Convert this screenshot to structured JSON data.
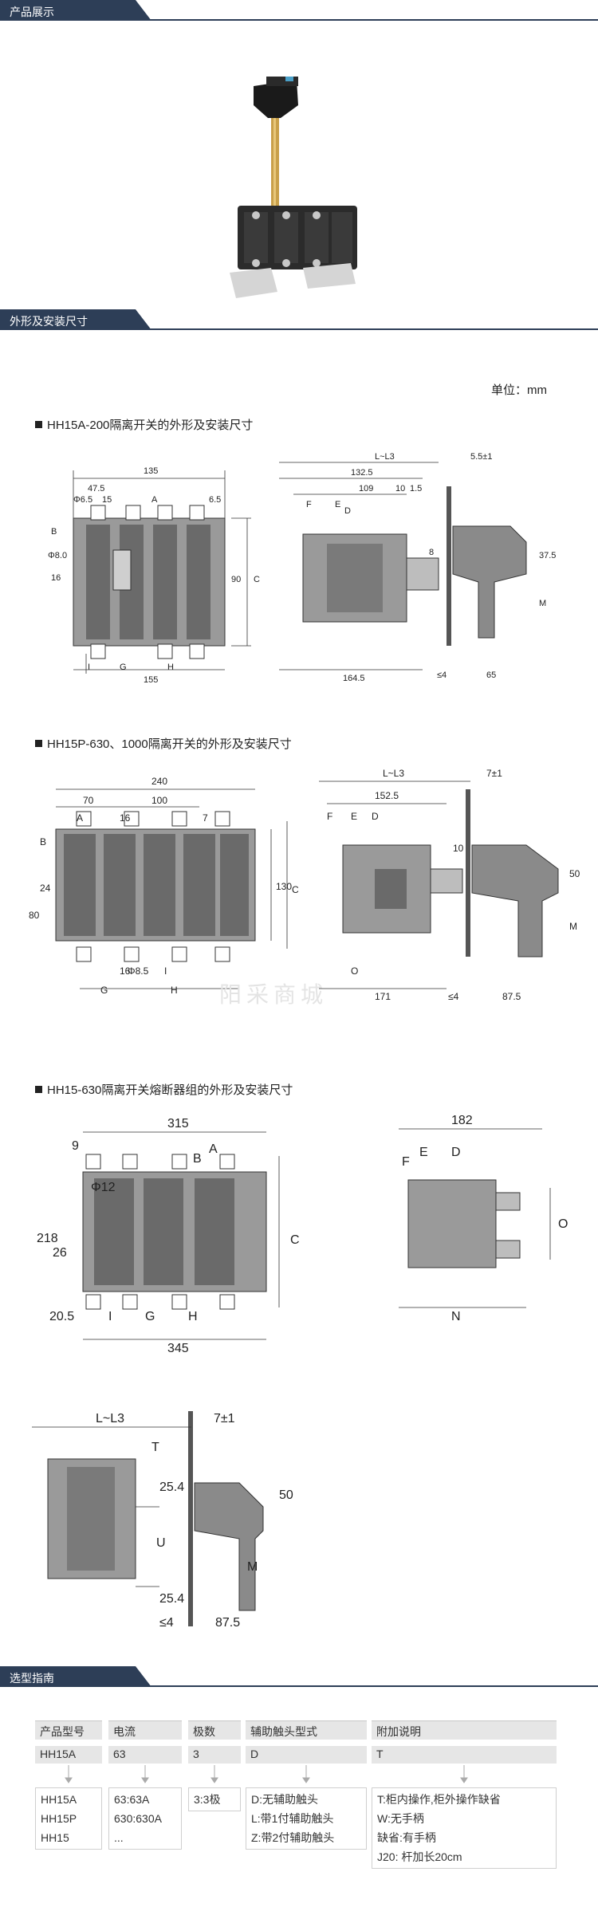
{
  "sections": {
    "product": "产品展示",
    "dimensions": "外形及安装尺寸",
    "selection": "选型指南"
  },
  "unit": "单位：mm",
  "diagram1": {
    "caption": "HH15A-200隔离开关的外形及安装尺寸",
    "front_labels": [
      "135",
      "47.5",
      "Φ6.5",
      "15",
      "A",
      "6.5",
      "B",
      "Φ8.0",
      "16",
      "90",
      "C",
      "I",
      "G",
      "H",
      "155"
    ],
    "side_labels": [
      "L~L3",
      "5.5±1",
      "132.5",
      "109",
      "10",
      "1.5",
      "F",
      "E",
      "D",
      "8",
      "37.5",
      "M",
      "164.5",
      "≤4",
      "65"
    ]
  },
  "diagram2": {
    "caption": "HH15P-630、1000隔离开关的外形及安装尺寸",
    "front_labels": [
      "240",
      "70",
      "100",
      "16",
      "7",
      "A",
      "B",
      "24",
      "80",
      "130",
      "C",
      "16",
      "Φ8.5",
      "G",
      "H",
      "I"
    ],
    "side_labels": [
      "L~L3",
      "7±1",
      "152.5",
      "F",
      "E",
      "D",
      "10",
      "50",
      "M",
      "O",
      "171",
      "≤4",
      "87.5"
    ]
  },
  "diagram3": {
    "caption": "HH15-630隔离开关熔断器组的外形及安装尺寸",
    "front_labels": [
      "315",
      "9",
      "A",
      "B",
      "Φ12",
      "218",
      "26",
      "C",
      "20.5",
      "I",
      "G",
      "H",
      "345"
    ],
    "side_labels": [
      "182",
      "F",
      "E",
      "D",
      "O",
      "N"
    ],
    "handle_labels": [
      "L~L3",
      "7±1",
      "T",
      "25.4",
      "U",
      "25.4",
      "50",
      "M",
      "≤4",
      "87.5"
    ]
  },
  "watermark": "阳采商城",
  "selection": {
    "columns": [
      {
        "header": "产品型号",
        "value": "HH15A",
        "options": [
          "HH15A",
          "HH15P",
          "HH15"
        ]
      },
      {
        "header": "电流",
        "value": "63",
        "options": [
          "63:63A",
          "630:630A",
          "..."
        ]
      },
      {
        "header": "极数",
        "value": "3",
        "options": [
          "3:3极"
        ]
      },
      {
        "header": "辅助触头型式",
        "value": "D",
        "options": [
          "D:无辅助触头",
          "L:带1付辅助触头",
          "Z:带2付辅助触头"
        ]
      },
      {
        "header": "附加说明",
        "value": "T",
        "options": [
          "T:柜内操作,柜外操作缺省",
          "W:无手柄",
          "缺省:有手柄",
          "J20: 杆加长20cm"
        ]
      }
    ]
  },
  "colors": {
    "header_bar": "#2d3e57",
    "table_bg": "#e6e6e6",
    "device_gray": "#8a8a8a"
  }
}
